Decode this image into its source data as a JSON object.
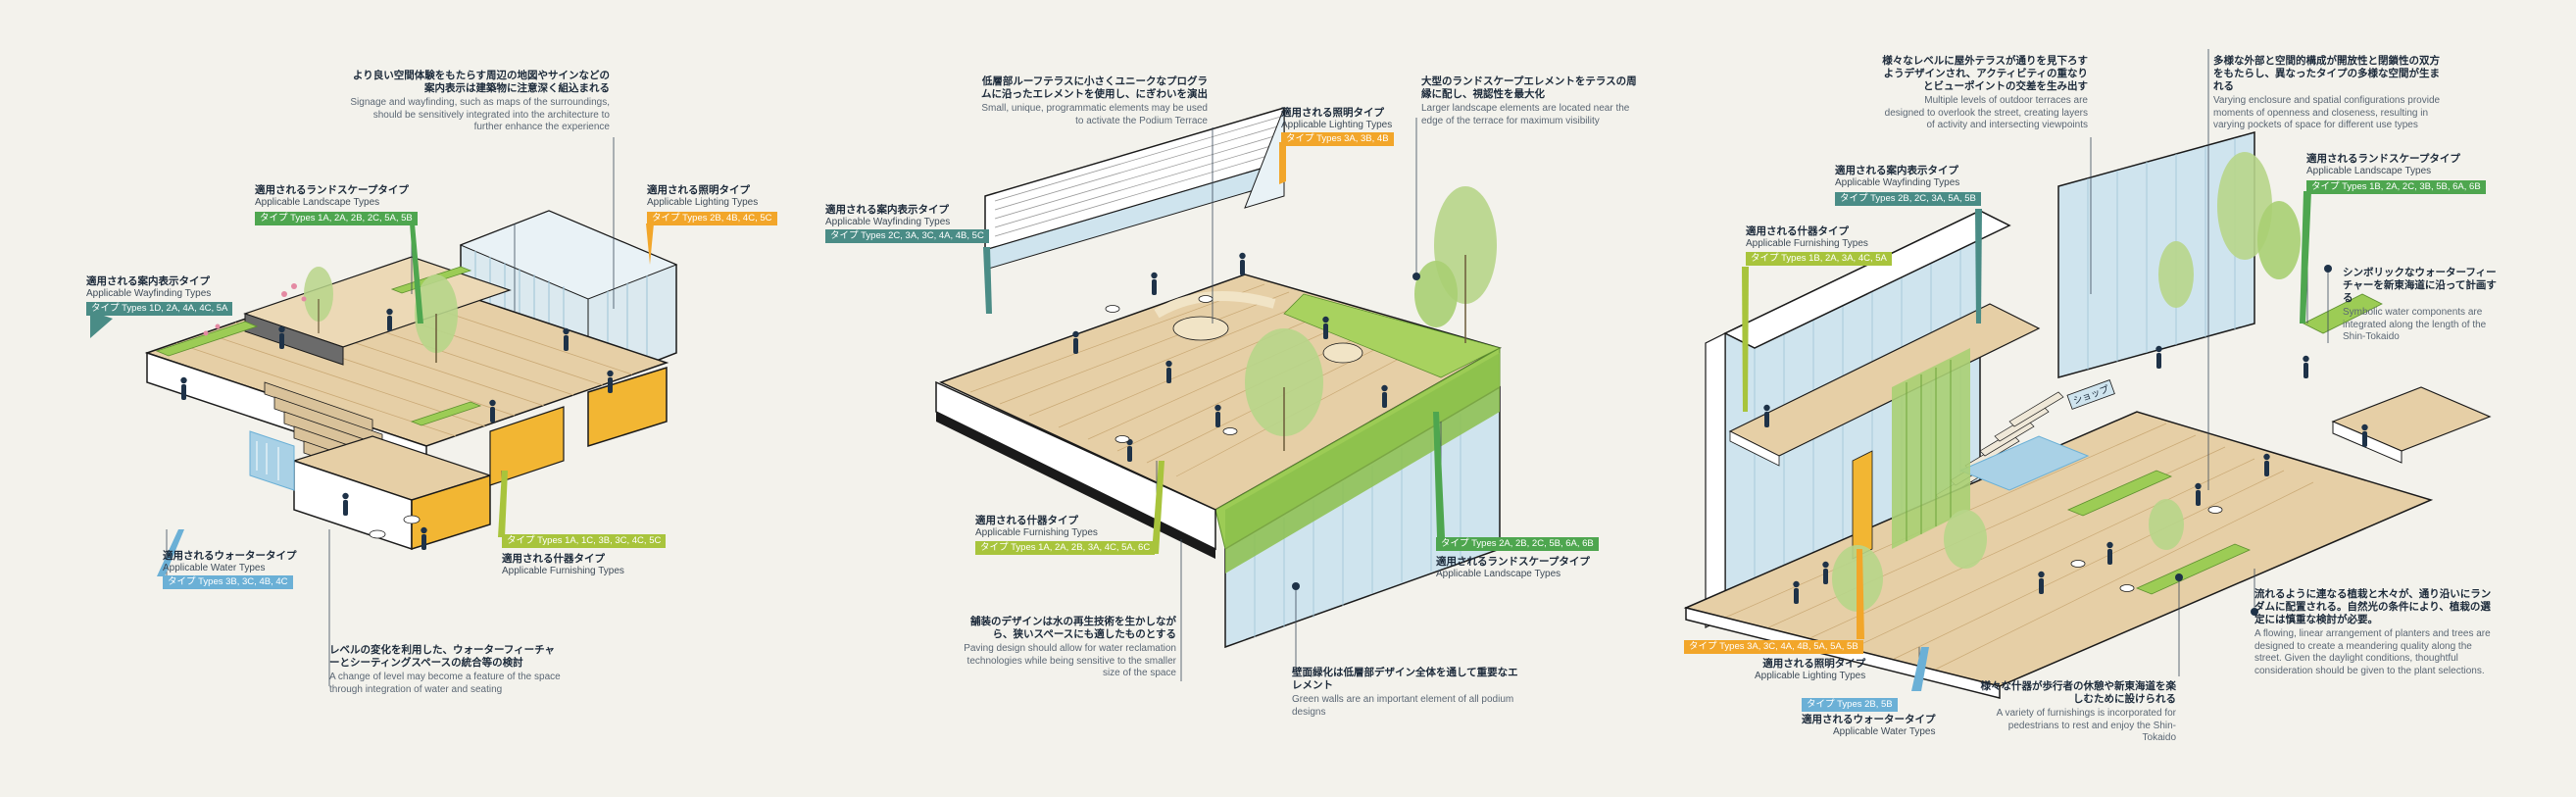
{
  "colors": {
    "background": "#f3f2ec",
    "wood": "#e6cfa6",
    "wood_dark": "#c9a874",
    "glass": "#cfe4ee",
    "glass_dark": "#9ec3d6",
    "green": "#9ccc55",
    "green_dark": "#6ea53a",
    "tree": "#b7d589",
    "yellow": "#f2b633",
    "landscape_tag": "#4ea64f",
    "wayfinding_tag": "#4a8c86",
    "lighting_tag": "#f2a62a",
    "furnishing_tag": "#a8c43c",
    "water_tag": "#6bb0d6",
    "leader": "#3a4a5a",
    "figure": "#1e3248"
  },
  "panel1": {
    "note_signage": {
      "jp": "より良い空間体験をもたらす周辺の地図やサインなどの案内表示は建築物に注意深く組込まれる",
      "en": "Signage and wayfinding, such as maps of the surroundings, should be sensitively integrated into the architecture to further enhance the experience"
    },
    "landscape": {
      "jp": "適用されるランドスケープタイプ",
      "en": "Applicable Landscape Types",
      "tag": "タイプ  Types 1A, 2A, 2B, 2C, 5A, 5B"
    },
    "wayfinding": {
      "jp": "適用される案内表示タイプ",
      "en": "Applicable Wayfinding Types",
      "tag": "タイプ  Types 1D, 2A, 4A, 4C, 5A"
    },
    "lighting": {
      "jp": "適用される照明タイプ",
      "en": "Applicable Lighting Types",
      "tag": "タイプ  Types 2B, 4B, 4C, 5C"
    },
    "water": {
      "jp": "適用されるウォータータイプ",
      "en": "Applicable Water Types",
      "tag": "タイプ  Types 3B, 3C, 4B, 4C"
    },
    "furnishing": {
      "jp": "適用される什器タイプ",
      "en": "Applicable Furnishing Types",
      "tag": "タイプ  Types 1A, 1C, 3B, 3C, 4C, 5C"
    },
    "note_level": {
      "jp": "レベルの変化を利用した、ウォーターフィーチャーとシーティングスペースの統合等の検討",
      "en": "A change of level may become a feature of the space through integration of water and seating"
    }
  },
  "panel2": {
    "note_podium": {
      "jp": "低層部ルーフテラスに小さくユニークなプログラムに沿ったエレメントを使用し、にぎわいを演出",
      "en": "Small, unique, programmatic elements may be used to activate the Podium Terrace"
    },
    "note_large": {
      "jp": "大型のランドスケープエレメントをテラスの周縁に配し、視認性を最大化",
      "en": "Larger landscape elements are located near the edge of the terrace for maximum visibility"
    },
    "lighting": {
      "jp": "適用される照明タイプ",
      "en": "Applicable Lighting Types",
      "tag": "タイプ  Types 3A, 3B, 4B"
    },
    "wayfinding": {
      "jp": "適用される案内表示タイプ",
      "en": "Applicable Wayfinding Types",
      "tag": "タイプ  Types 2C, 3A, 3C, 4A, 4B, 5C"
    },
    "furnishing": {
      "jp": "適用される什器タイプ",
      "en": "Applicable Furnishing Types",
      "tag": "タイプ  Types 1A, 2A, 2B, 3A, 4C, 5A, 6C"
    },
    "landscape": {
      "jp": "適用されるランドスケープタイプ",
      "en": "Applicable Landscape Types",
      "tag": "タイプ  Types 2A, 2B, 2C, 5B, 6A, 6B"
    },
    "note_paving": {
      "jp": "舗装のデザインは水の再生技術を生かしながら、狭いスペースにも適したものとする",
      "en": "Paving design should allow for water reclamation technologies while being sensitive to the smaller size of the space"
    },
    "note_green": {
      "jp": "壁面緑化は低層部デザイン全体を通して重要なエレメント",
      "en": "Green walls are an important element of all podium designs"
    }
  },
  "panel3": {
    "note_terraces": {
      "jp": "様々なレベルに屋外テラスが通りを見下ろすようデザインされ、アクティビティの重なりとビューポイントの交差を生み出す",
      "en": "Multiple levels of outdoor terraces are designed to overlook the street, creating layers of activity and intersecting viewpoints"
    },
    "note_enclosure": {
      "jp": "多様な外部と空間的構成が開放性と閉鎖性の双方をもたらし、異なったタイプの多様な空間が生まれる",
      "en": "Varying enclosure and spatial configurations provide moments of openness and closeness, resulting in varying pockets of space for different use types"
    },
    "wayfinding": {
      "jp": "適用される案内表示タイプ",
      "en": "Applicable Wayfinding Types",
      "tag": "タイプ  Types 2B, 2C, 3A, 5A, 5B"
    },
    "furnishing": {
      "jp": "適用される什器タイプ",
      "en": "Applicable Furnishing Types",
      "tag": "タイプ  Types 1B, 2A, 3A, 4C, 5A"
    },
    "landscape": {
      "jp": "適用されるランドスケープタイプ",
      "en": "Applicable Landscape Types",
      "tag": "タイプ  Types 1B, 2A, 2C, 3B, 5B, 6A, 6B"
    },
    "note_water": {
      "jp": "シンボリックなウォーターフィーチャーを新東海道に沿って計画する",
      "en": "Symbolic water components are integrated along the length of the Shin-Tokaido"
    },
    "lighting": {
      "jp": "適用される照明タイプ",
      "en": "Applicable Lighting Types",
      "tag": "タイプ  Types 3A, 3C, 4A, 4B, 5A, 5A, 5B"
    },
    "water": {
      "jp": "適用されるウォータータイプ",
      "en": "Applicable Water Types",
      "tag": "タイプ  Types 2B, 5B"
    },
    "note_planters": {
      "jp": "流れるように連なる植栽と木々が、通り沿いにランダムに配置される。自然光の条件により、植栽の選定には慎重な検討が必要。",
      "en": "A flowing, linear arrangement of planters and trees are designed to create a meandering quality along the street. Given the daylight conditions, thoughtful consideration should be given to the plant selections."
    },
    "note_furnishings": {
      "jp": "様々な什器が歩行者の休憩や新東海道を楽しむために設けられる",
      "en": "A variety of furnishings is incorporated for pedestrians to rest and enjoy the Shin-Tokaido"
    },
    "shop_sign": "ショップ"
  }
}
